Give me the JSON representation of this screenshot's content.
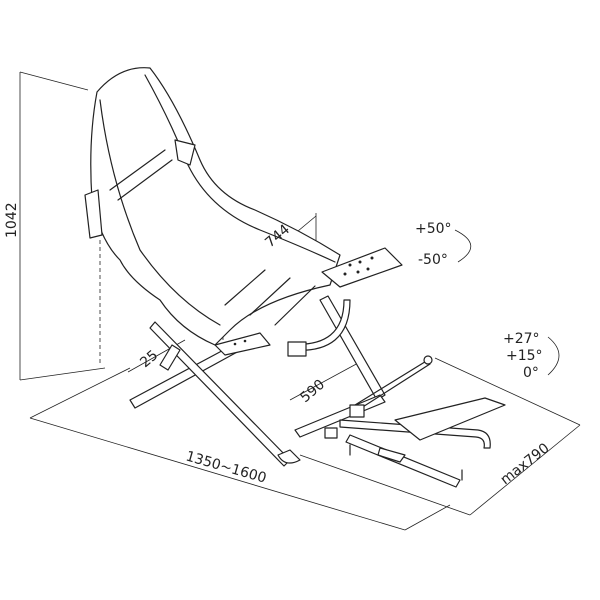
{
  "title": "Racing seat cockpit dimension drawing",
  "dimensions": {
    "height": "1042",
    "wheel_reach": "744",
    "seat_offset": "25",
    "pedal_reach": "590",
    "length": "1350~1600",
    "width": "max790"
  },
  "angles": {
    "wheel_plate": [
      "+50°",
      "-50°"
    ],
    "pedal_plate": [
      "+27°",
      "+15°",
      "0°"
    ]
  }
}
